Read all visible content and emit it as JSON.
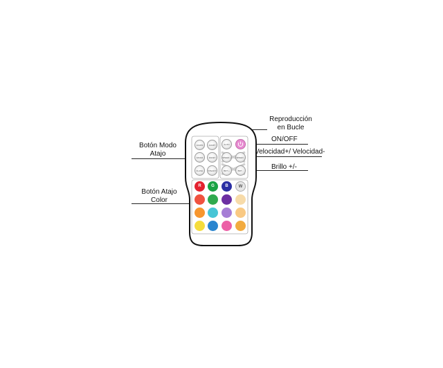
{
  "labels": {
    "loop_line1": "Reproducción",
    "loop_line2": "en Bucle",
    "onoff": "ON/OFF",
    "speed": "Velocidad+/ Velocidad-",
    "brightness": "Brillo +/-",
    "mode_line1": "Botón Modo",
    "mode_line2": "Atajo",
    "color_line1": "Botón Atajo",
    "color_line2": "Color"
  },
  "remote": {
    "mode_buttons": [
      "JUMP3",
      "JUMP7",
      "FADE3",
      "FADE7",
      "FLASH",
      "STEADY"
    ],
    "auto_label": "AUTO",
    "power_icon": "power-icon",
    "speed_buttons": [
      "SPEED +",
      "SPEED -"
    ],
    "bright_buttons": [
      "BRT +",
      "BRT -"
    ],
    "rgbw_buttons": [
      "R",
      "G",
      "B",
      "W"
    ]
  },
  "colors": {
    "power": "#e78bd1",
    "color_grid": [
      [
        "#e3212f",
        "#1aa243",
        "#2a2fa3",
        "#e6e6e6"
      ],
      [
        "#f0523f",
        "#2faa4e",
        "#6c2fa2",
        "#f7dba9"
      ],
      [
        "#f7962e",
        "#47c5d6",
        "#a67ed6",
        "#f9c983"
      ],
      [
        "#f5dc3c",
        "#2a85cf",
        "#ec5fa6",
        "#f2ab3f"
      ]
    ]
  }
}
